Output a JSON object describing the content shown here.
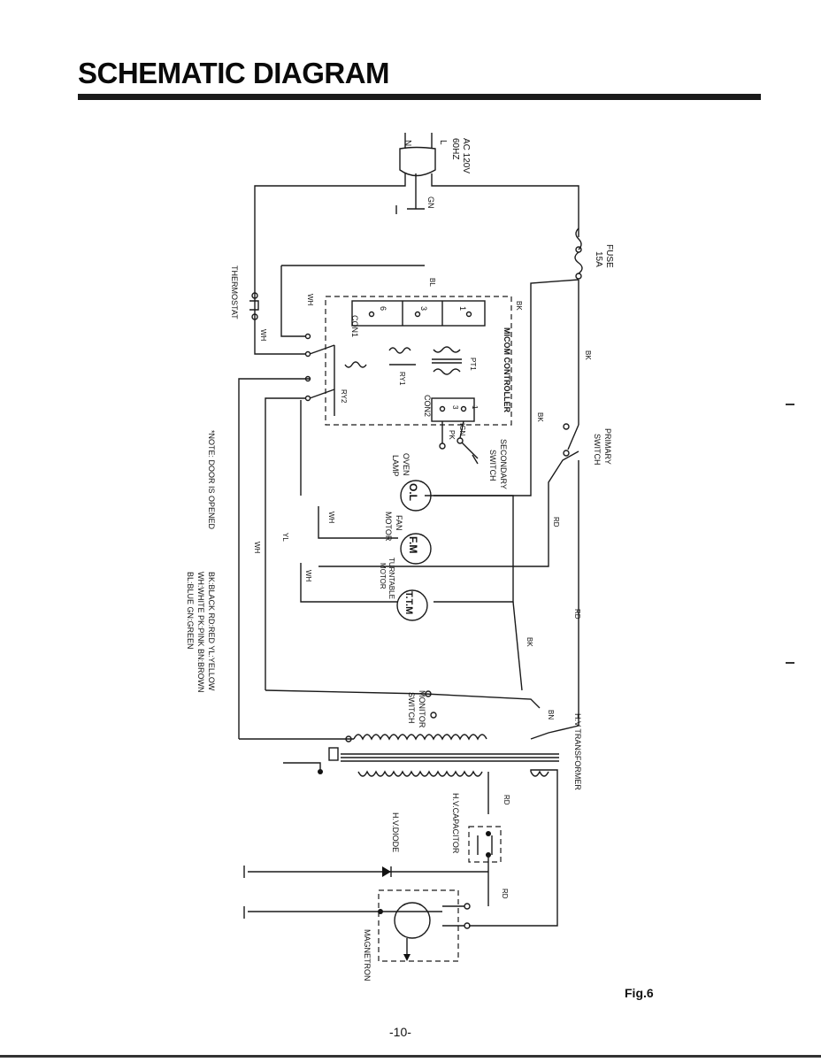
{
  "header": {
    "title": "SCHEMATIC DIAGRAM"
  },
  "labels": {
    "ac_line1": "AC 120V",
    "ac_line2": "60HZ",
    "plug_n": "N",
    "plug_l": "L",
    "gn": "GN",
    "fuse": "FUSE",
    "fuse_rating": "15A",
    "thermostat": "THERMOSTAT",
    "micom": "MICOM CONTROLLER",
    "con1": "CON1",
    "con2": "CON2",
    "pt1": "PT1",
    "ry1": "RY1",
    "ry2": "RY2",
    "secondary_switch_1": "SECONDARY",
    "secondary_switch_2": "SWITCH",
    "primary_switch_1": "PRIMARY",
    "primary_switch_2": "SWITCH",
    "oven_lamp_1": "OVEN",
    "oven_lamp_2": "LAMP",
    "fan_motor_1": "FAN",
    "fan_motor_2": "MOTOR",
    "turntable_motor_1": "TURNTABLE",
    "turntable_motor_2": "MOTOR",
    "monitor_switch_1": "MONITOR",
    "monitor_switch_2": "SWITCH",
    "hv_transformer": "H.V TRANSFORMER",
    "hv_capacitor": "H.V.CAPACITOR",
    "hv_diode": "H.V.DIODE",
    "magnetron": "MAGNETRON",
    "ol": "O.L",
    "fm": "F.M",
    "ttm": "T.T.M",
    "note": "*NOTE: DOOR IS OPENED"
  },
  "wire_labels": {
    "bl": "BL",
    "wh": "WH",
    "bk": "BK",
    "rd": "RD",
    "yl": "YL",
    "pk": "PK",
    "bn": "BN",
    "ign": "IGN"
  },
  "pins": {
    "p1": "1",
    "p3": "3",
    "p6": "6"
  },
  "legend": [
    "BK:BLACK   RD:RED   YL:YELLOW",
    "WH:WHITE   PK:PINK  BN:BROWN",
    "BL:BLUE    GN:GREEN"
  ],
  "figure": {
    "label": "Fig.6"
  },
  "page": {
    "number": "-10-"
  }
}
